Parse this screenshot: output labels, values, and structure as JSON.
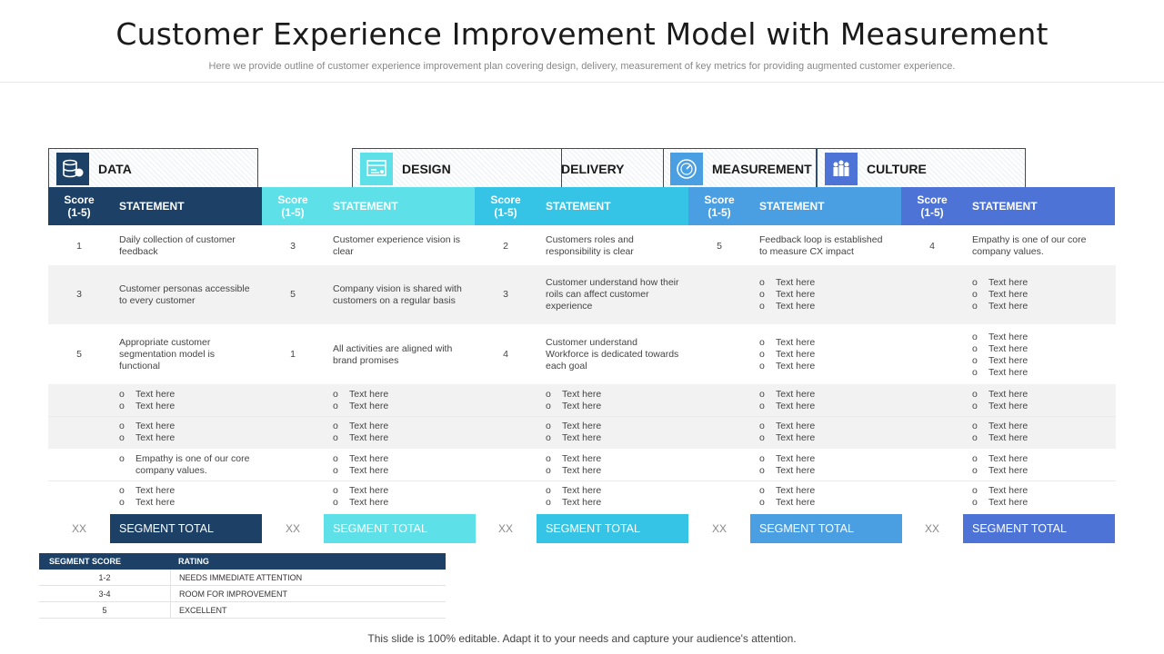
{
  "title": "Customer Experience Improvement Model with Measurement",
  "subtitle": "Here we provide outline of customer experience improvement plan covering design, delivery, measurement of key metrics for providing augmented customer experience.",
  "tabs": [
    {
      "label": "DATA",
      "icon": "database-icon"
    },
    {
      "label": "DESIGN",
      "icon": "design-icon"
    },
    {
      "label": "DELIVERY",
      "icon": ""
    },
    {
      "label": "MEASUREMENT",
      "icon": "gauge-icon"
    },
    {
      "label": "CULTURE",
      "icon": "team-icon"
    }
  ],
  "columns": [
    {
      "score_header": "Score (1-5)",
      "statement_header": "STATEMENT",
      "score_color": "#1c4066",
      "statement_color": "#1c4066",
      "rows": [
        {
          "score": "1",
          "statement": "Daily collection of  customer feedback"
        },
        {
          "score": "3",
          "statement": "Customer personas accessible to every customer"
        },
        {
          "score": "5",
          "statement": "Appropriate customer segmentation model  is functional"
        }
      ],
      "bullets": [
        [
          "Text here",
          "Text here"
        ],
        [
          "Text here",
          "Text here"
        ],
        [
          "Empathy  is one of our core company values."
        ],
        [
          "Text here",
          "Text here"
        ]
      ],
      "total_score": "XX",
      "total_label": "SEGMENT TOTAL"
    },
    {
      "score_header": "Score (1-5)",
      "statement_header": "STATEMENT",
      "score_color": "#5ee0e8",
      "statement_color": "#5ee0e8",
      "rows": [
        {
          "score": "3",
          "statement": "Customer experience vision is clear"
        },
        {
          "score": "5",
          "statement": "Company vision is shared with customers on a regular basis"
        },
        {
          "score": "1",
          "statement": "All activities are aligned  with brand promises"
        }
      ],
      "bullets": [
        [
          "Text here",
          "Text here"
        ],
        [
          "Text here",
          "Text here"
        ],
        [
          "Text here",
          "Text here"
        ],
        [
          "Text here",
          "Text here"
        ]
      ],
      "total_score": "XX",
      "total_label": "SEGMENT TOTAL"
    },
    {
      "score_header": "Score (1-5)",
      "statement_header": "STATEMENT",
      "score_color": "#36c4e6",
      "statement_color": "#36c4e6",
      "rows": [
        {
          "score": "2",
          "statement": "Customers roles and responsibility is clear"
        },
        {
          "score": "3",
          "statement": "Customer understand how their roils can affect customer experience"
        },
        {
          "score": "4",
          "statement": "Customer understand Workforce is dedicated towards each goal"
        }
      ],
      "bullets": [
        [
          "Text here",
          "Text here"
        ],
        [
          "Text here",
          "Text here"
        ],
        [
          "Text here",
          "Text here"
        ],
        [
          "Text here",
          "Text here"
        ]
      ],
      "total_score": "XX",
      "total_label": "SEGMENT TOTAL"
    },
    {
      "score_header": "Score (1-5)",
      "statement_header": "STATEMENT",
      "score_color": "#4a9fe3",
      "statement_color": "#4a9fe3",
      "rows": [
        {
          "score": "5",
          "statement": "Feedback loop is established to measure CX impact"
        },
        {
          "score": "",
          "bullets": [
            "Text here",
            "Text here",
            "Text here"
          ]
        },
        {
          "score": "",
          "bullets": [
            "Text here",
            "Text here",
            "Text here"
          ]
        }
      ],
      "bullets": [
        [
          "Text here",
          "Text here"
        ],
        [
          "Text here",
          "Text here"
        ],
        [
          "Text here",
          "Text here"
        ],
        [
          "Text here",
          "Text here"
        ]
      ],
      "total_score": "XX",
      "total_label": "SEGMENT TOTAL"
    },
    {
      "score_header": "Score (1-5)",
      "statement_header": "STATEMENT",
      "score_color": "#4e73d6",
      "statement_color": "#4e73d6",
      "rows": [
        {
          "score": "4",
          "statement": "Empathy is one of our core company values."
        },
        {
          "score": "",
          "bullets": [
            "Text here",
            "Text here",
            "Text here"
          ]
        },
        {
          "score": "",
          "bullets": [
            "Text here",
            "Text here",
            "Text here",
            "Text here"
          ]
        }
      ],
      "bullets": [
        [
          "Text here",
          "Text here"
        ],
        [
          "Text here",
          "Text here"
        ],
        [
          "Text here",
          "Text here"
        ],
        [
          "Text here",
          "Text here"
        ]
      ],
      "total_score": "XX",
      "total_label": "SEGMENT TOTAL"
    }
  ],
  "rating_table": {
    "headers": [
      "SEGMENT  SCORE",
      "RATING"
    ],
    "rows": [
      [
        "1-2",
        "NEEDS IMMEDIATE  ATTENTION"
      ],
      [
        "3-4",
        "ROOM FOR IMPROVEMENT"
      ],
      [
        "5",
        "EXCELLENT"
      ]
    ]
  },
  "footer": "This slide is 100% editable. Adapt it to your needs and capture your audience's attention.",
  "colors": {
    "bullet_marker": "o",
    "zebra": "#f2f2f2"
  }
}
